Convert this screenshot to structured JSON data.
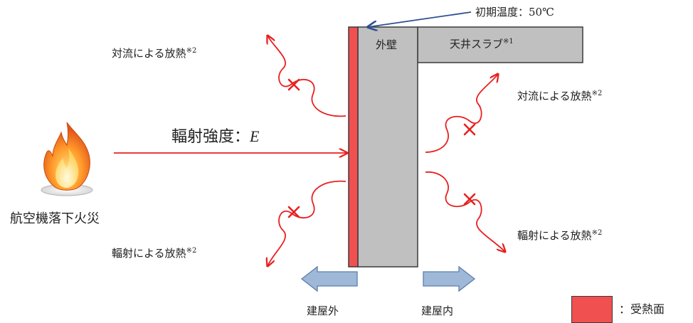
{
  "labels": {
    "initial_temp": "初期温度：50℃",
    "outer_wall": "外壁",
    "ceiling_slab": "天井スラブ",
    "ceiling_slab_note": "※1",
    "convection_left": "対流による放熱",
    "convection_left_note": "※2",
    "convection_right": "対流による放熱",
    "convection_right_note": "※2",
    "radiation_left": "輻射による放熱",
    "radiation_left_note": "※2",
    "radiation_right": "輻射による放熱",
    "radiation_right_note": "※2",
    "radiation_intensity": "輻射強度：",
    "radiation_symbol": "E",
    "fire_source": "航空機落下火災",
    "outside": "建屋外",
    "inside": "建屋内",
    "legend_heated_surface": "：受熱面"
  },
  "colors": {
    "heat_arrow": "#e82020",
    "heated_surface": "#f05050",
    "wall_fill": "#c0c0c0",
    "direction_arrow": "#9fb8d8",
    "pointer_arrow": "#2f4f8f",
    "cross_mark": "#e82020"
  },
  "icons": {
    "fire": "fire-icon"
  }
}
